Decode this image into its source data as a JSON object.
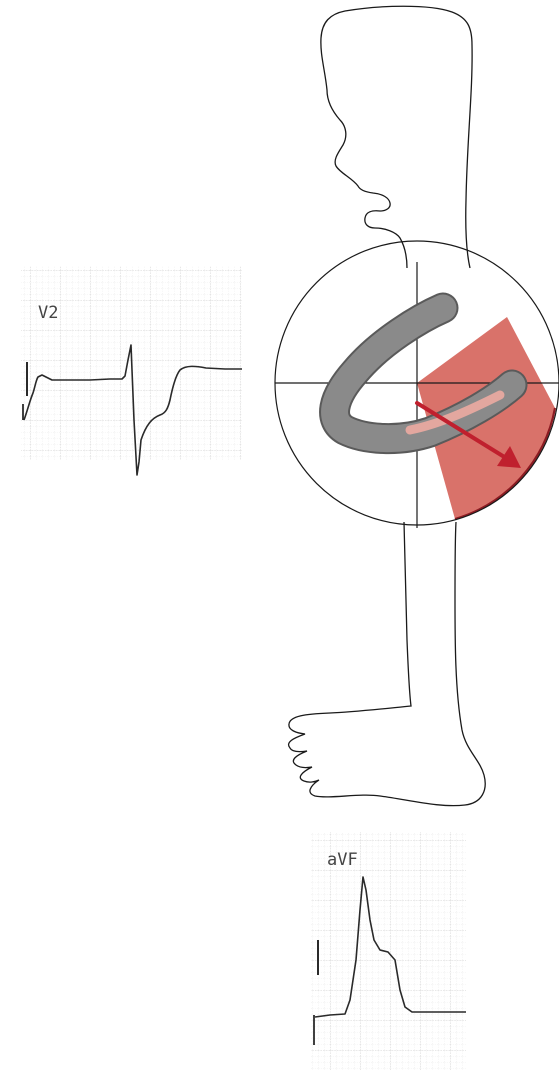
{
  "ecg_strips": [
    {
      "id": "v2",
      "lead_label": "V2"
    },
    {
      "id": "avf",
      "lead_label": "aVF"
    }
  ],
  "colors": {
    "outline": "#1a1a1a",
    "heart_tube": "#8a8a8a",
    "heart_tube_edge": "#5a5a5a",
    "wedge_fill": "#d9726a",
    "wedge_edge": "#8c1b22",
    "arrow": "#c0202e",
    "inner_band": "#e3a79f",
    "grid_minor": "#d9d9d9",
    "grid_major": "#c4c4c4",
    "trace": "#2a2a2a"
  }
}
